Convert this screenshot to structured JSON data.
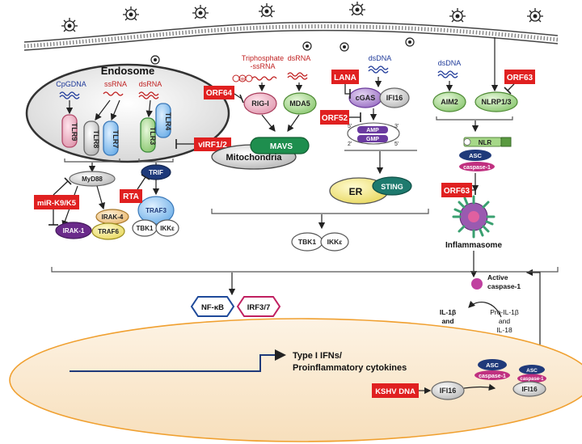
{
  "endosome": {
    "title": "Endosome",
    "ligands": [
      "CpGDNA",
      "ssRNA",
      "dsRNA"
    ],
    "receptors": [
      "TLR9",
      "TLR8",
      "TLR7",
      "TLR3",
      "TLR4"
    ]
  },
  "tlr_pathway": {
    "myd88": "MyD88",
    "irak4": "IRAK-4",
    "irak1": "IRAK-1",
    "traf6": "TRAF6",
    "trif": "TRIF",
    "traf3": "TRAF3",
    "tbk1": "TBK1",
    "ikke": "IKKε"
  },
  "rlr_pathway": {
    "triphosphate": [
      "Triphosphate",
      "-ssRNA"
    ],
    "ppp": "ppp",
    "dsrna": "dsRNA",
    "rigi": "RIG-I",
    "mda5": "MDA5",
    "mavs": "MAVS",
    "mitochondria": "Mitochondria"
  },
  "cgas_pathway": {
    "dsdna": "dsDNA",
    "cgas": "cGAS",
    "ifi16": "IFI16",
    "amp": "AMP",
    "gmp": "GMP",
    "prime5": "5'",
    "prime3": "3'",
    "prime2": "2'",
    "er": "ER",
    "sting": "STING"
  },
  "inflammasome_pathway": {
    "dsdna": "dsDNA",
    "aim2": "AIM2",
    "nlrp": "NLRP1/3",
    "nlr": "NLR",
    "asc": "ASC",
    "caspase1": "caspase-1",
    "inflammasome": "Inflammasome",
    "active_caspase": [
      "Active",
      "caspase-1"
    ],
    "il1b": [
      "IL-1β",
      "and",
      "IL-18"
    ],
    "pro_il1b": [
      "Pro-IL-1β",
      "and",
      "IL-18"
    ]
  },
  "viral_inhibitors": {
    "orf64": "ORF64",
    "lana": "LANA",
    "orf52": "ORF52",
    "orf63_top": "ORF63",
    "orf63_mid": "ORF63",
    "virf": "vIRF1/2",
    "rta": "RTA",
    "mirk": "miR-K9/K5",
    "kshv_dna": "KSHV DNA"
  },
  "convergence": {
    "tbk1": "TBK1",
    "ikke": "IKKε"
  },
  "transcription": {
    "nfkb": "NF-κB",
    "irf": "IRF3/7",
    "output": [
      "Type I IFNs/",
      "Proinflammatory cytokines"
    ]
  },
  "nucleus": {
    "ifi16": "IFI16",
    "ifi16_complex": "IFI16",
    "asc": "ASC",
    "caspase1": "caspase-1",
    "asc_small": "ASC",
    "caspase1_small": "caspase-1"
  },
  "colors": {
    "viral_red": "#e02020",
    "membrane": "#3a3a3a",
    "nucleus_fill": "#fbe9d0",
    "nucleus_stroke": "#f0a030",
    "green": "#a6d888",
    "dark_green": "#1e8e4e",
    "blue_navy": "#1f3a7a",
    "purple": "#7b3fa0"
  }
}
